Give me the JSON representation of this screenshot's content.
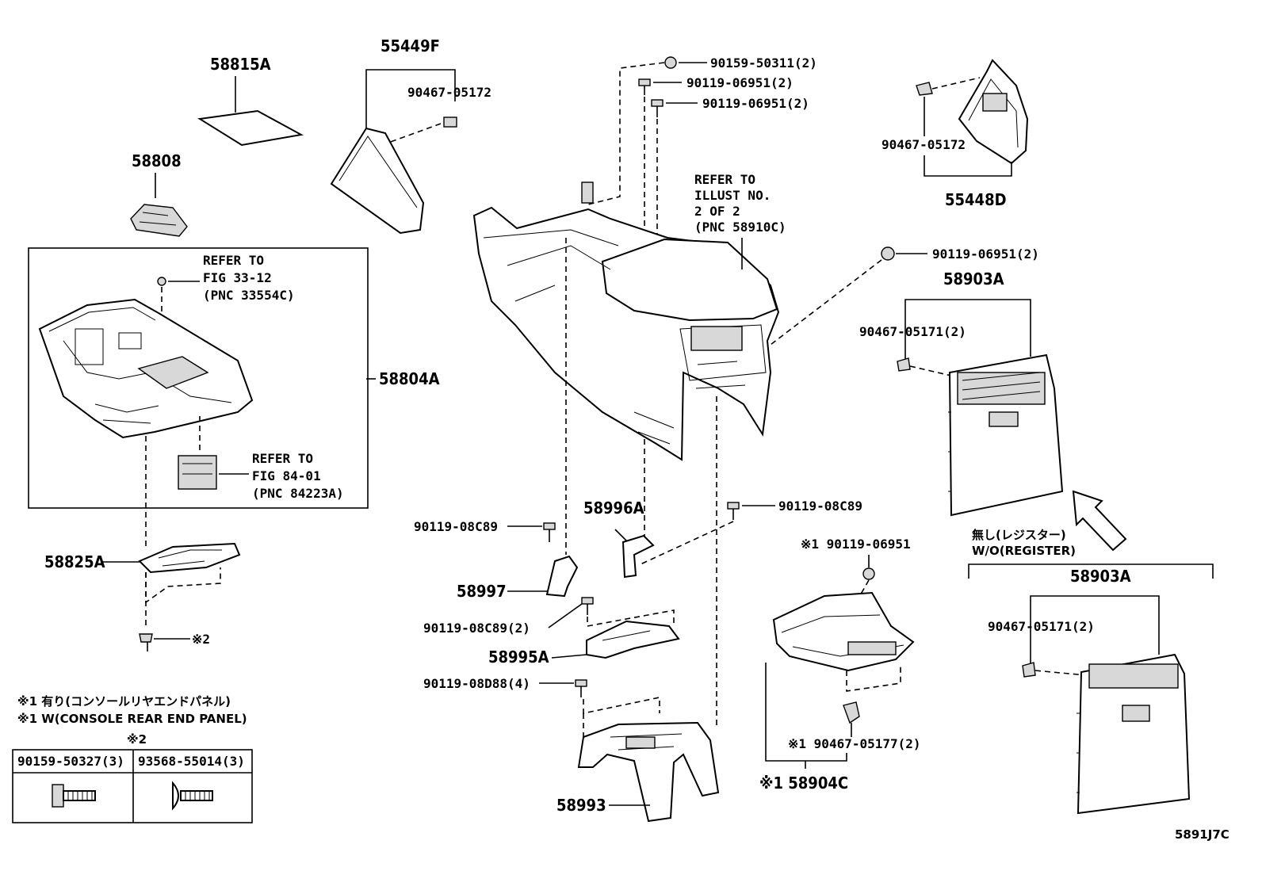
{
  "labels": {
    "p58815A": "58815A",
    "p55449F": "55449F",
    "p90467_05172_a": "90467-05172",
    "p58808": "58808",
    "p90159_50311": "90159-50311(2)",
    "p90119_06951_a": "90119-06951(2)",
    "p90119_06951_b": "90119-06951(2)",
    "p90467_05172_b": "90467-05172",
    "p55448D": "55448D",
    "refer_armrest": [
      "REFER TO",
      "ILLUST NO.",
      "2 OF 2",
      "(PNC 58910C)"
    ],
    "refer_33": [
      "REFER TO",
      "FIG 33-12",
      "(PNC 33554C)"
    ],
    "refer_84": [
      "REFER TO",
      "FIG 84-01",
      "(PNC 84223A)"
    ],
    "p58804A": "58804A",
    "p90119_06951_c": "90119-06951(2)",
    "p58903A_a": "58903A",
    "p90467_05171_a": "90467-05171(2)",
    "p58825A": "58825A",
    "mark2": "※2",
    "p90119_08C89_a": "90119-08C89",
    "p58996A": "58996A",
    "p90119_08C89_b": "90119-08C89",
    "p58997": "58997",
    "p90119_08C89_c": "90119-08C89(2)",
    "p58995A": "58995A",
    "p90119_08D88": "90119-08D88(4)",
    "p58993": "58993",
    "p90119_06951_d": "※1 90119-06951",
    "p90467_05177": "※1 90467-05177(2)",
    "p58904C": "※1 58904C",
    "wo_jp": "無し(レジスター)",
    "wo_en": "W/O(REGISTER)",
    "p58903A_b": "58903A",
    "p90467_05171_b": "90467-05171(2)",
    "note1_jp": "※1 有り(コンソールリヤエンドパネル)",
    "note1_en": "※1 W(CONSOLE REAR END PANEL)",
    "table_mark": "※2",
    "table_col1": "90159-50327(3)",
    "table_col2": "93568-55014(3)",
    "illust_no": "5891J7C"
  }
}
